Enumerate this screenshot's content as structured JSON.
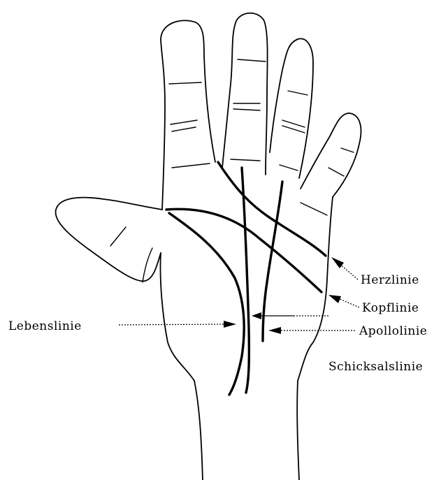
{
  "labels": {
    "heart": "Herzlinie",
    "head": "Kopflinie",
    "life": "Lebenslinie",
    "sun": "Apollolinie",
    "fate": "Schicksalslinie"
  },
  "colors": {
    "ink": "#000000",
    "background": "#ffffff"
  }
}
